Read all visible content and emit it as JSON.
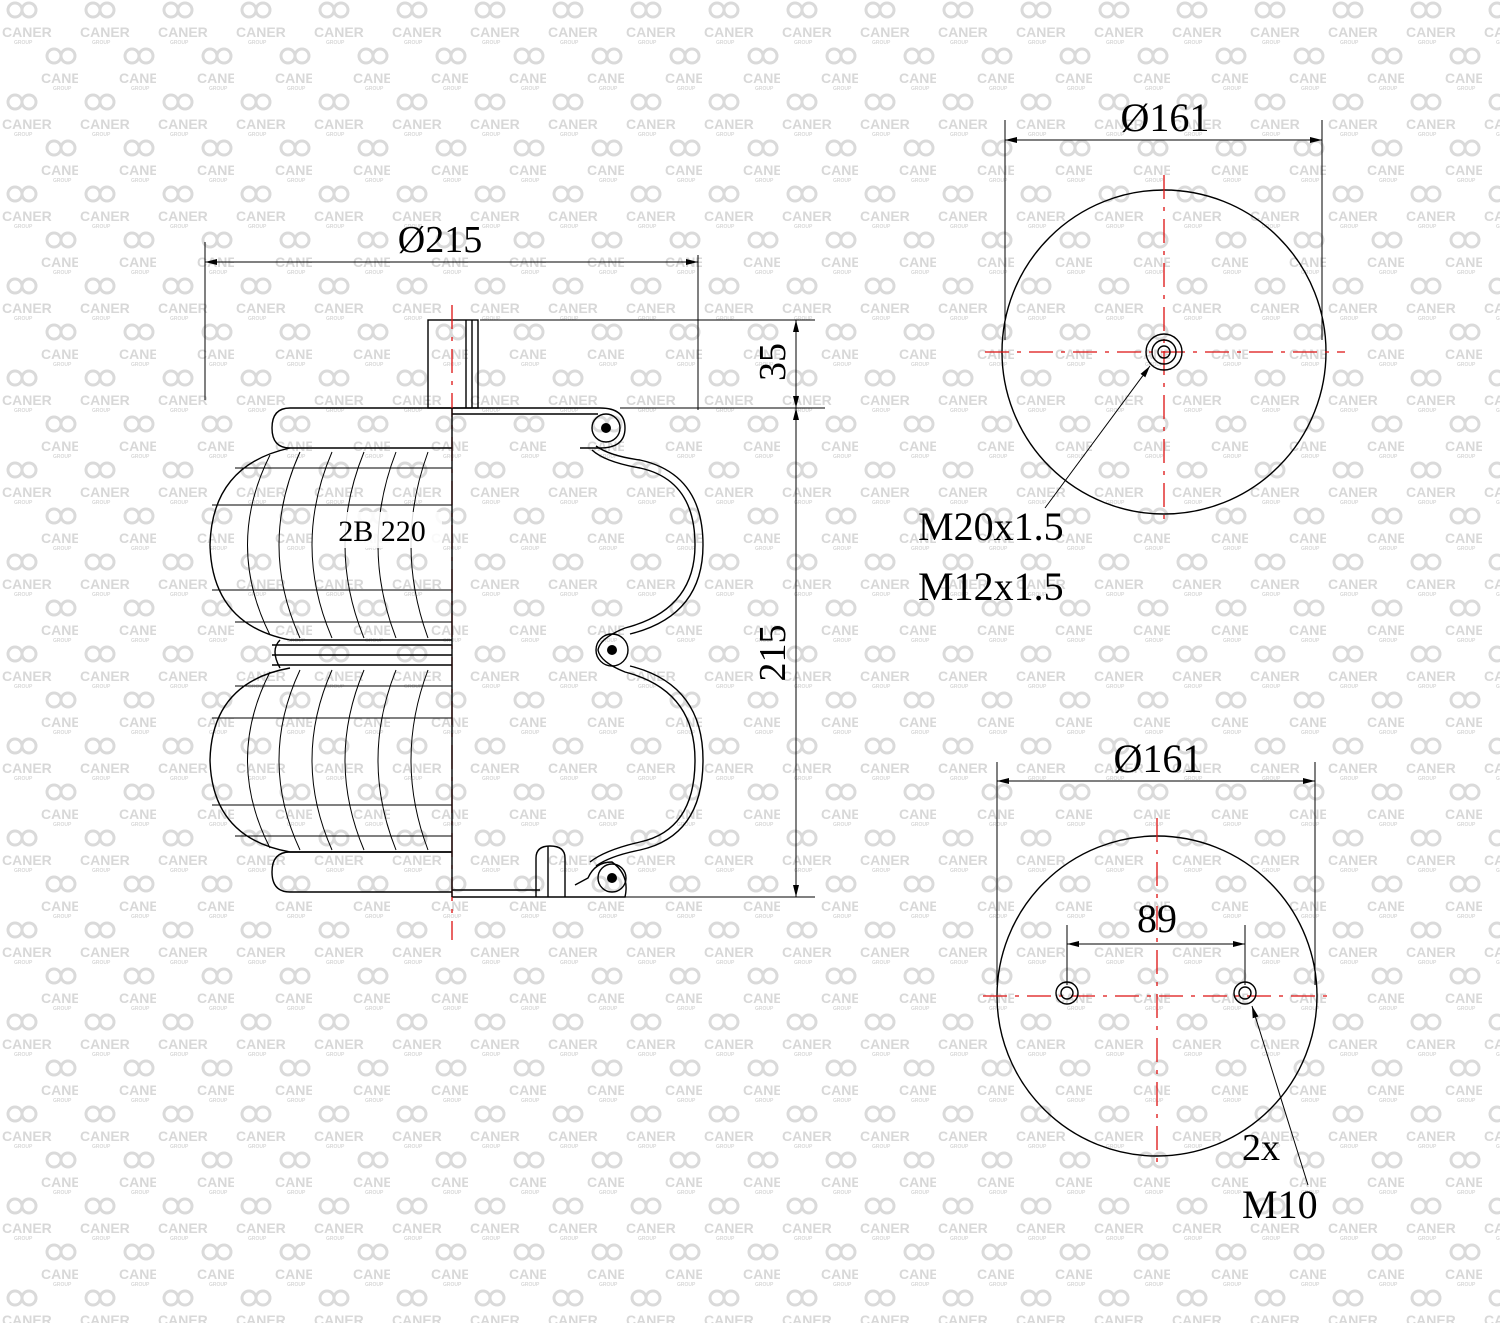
{
  "watermark": {
    "brand": "CANER",
    "sub": "GROUP"
  },
  "side_view": {
    "model_label": "2B 220",
    "dim_diameter": "Ø215",
    "dim_top_stud": "35",
    "dim_height": "215"
  },
  "top_plate": {
    "dim_diameter": "Ø161",
    "thread_1": "M20x1.5",
    "thread_2": "M12x1.5"
  },
  "bottom_plate": {
    "dim_diameter": "Ø161",
    "dim_spacing": "89",
    "qty": "2x",
    "thread": "M10"
  },
  "colors": {
    "centerline": "#d11111",
    "lines": "#000000",
    "watermark": "#d8d8d8"
  }
}
